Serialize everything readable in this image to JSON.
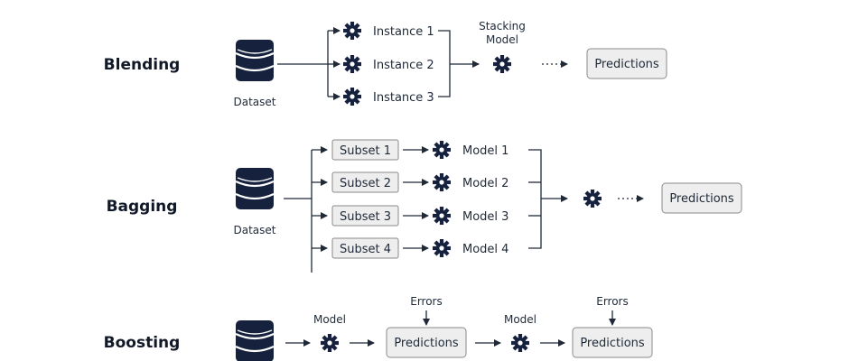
{
  "colors": {
    "ink": "#1f2937",
    "icon": "#16213e",
    "box_fill": "#eeeeee",
    "box_border": "#8a8a8a"
  },
  "icons": {
    "database": "database-icon",
    "gear": "gear-icon"
  },
  "blending": {
    "title": "Blending",
    "dataset": "Dataset",
    "instances": [
      "Instance 1",
      "Instance 2",
      "Instance 3"
    ],
    "stacking_model": [
      "Stacking",
      "Model"
    ],
    "predictions": "Predictions"
  },
  "bagging": {
    "title": "Bagging",
    "dataset": "Dataset",
    "subsets": [
      "Subset 1",
      "Subset 2",
      "Subset 3",
      "Subset 4"
    ],
    "models": [
      "Model 1",
      "Model 2",
      "Model 3",
      "Model 4"
    ],
    "predictions": "Predictions"
  },
  "boosting": {
    "title": "Boosting",
    "model_1": "Model",
    "errors_1": "Errors",
    "predictions_1": "Predictions",
    "model_2": "Model",
    "errors_2": "Errors",
    "predictions_2": "Predictions"
  }
}
